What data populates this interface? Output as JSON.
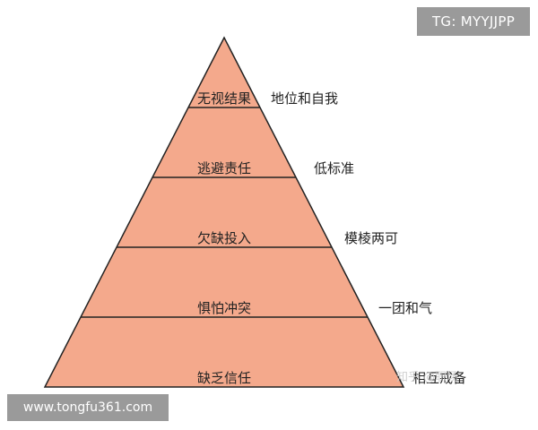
{
  "tiers": [
    {
      "label": "无视结果",
      "side": "地位和自我"
    },
    {
      "label": "逃避责任",
      "side": "低标准"
    },
    {
      "label": "欠缺投入",
      "side": "模棱两可"
    },
    {
      "label": "惧怕冲突",
      "side": "一团和气"
    },
    {
      "label": "缺乏信任",
      "side": "相互戒备"
    }
  ],
  "colors": {
    "fill": "#f4a98c",
    "stroke": "#222222"
  },
  "watermarks": {
    "tg": "TG: MYYJJPP",
    "site": "www.tongfu361.com",
    "zhihu": "知乎 @职场"
  }
}
